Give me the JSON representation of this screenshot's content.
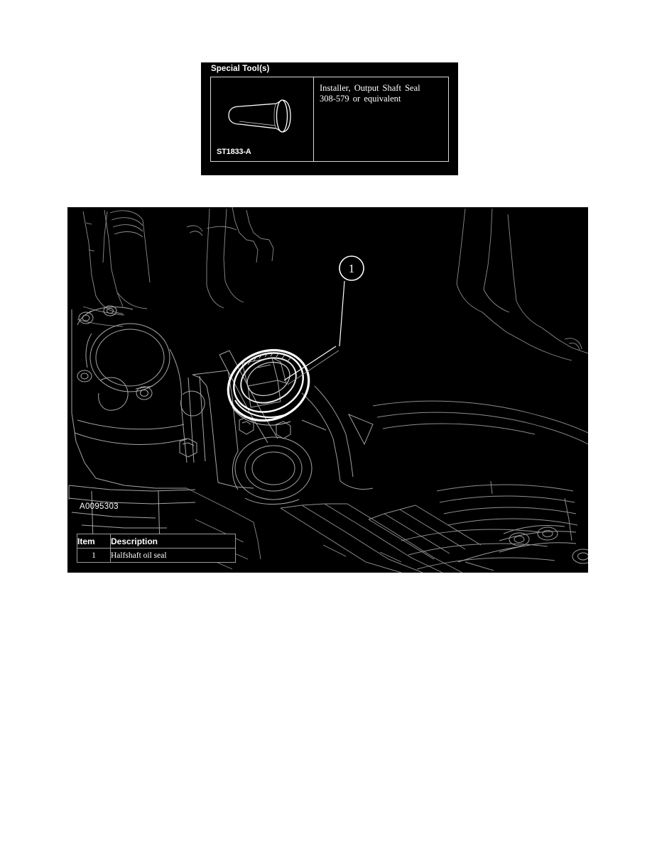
{
  "special_tools": {
    "title": "Special Tool(s)",
    "rows": [
      {
        "part_number": "ST1833-A",
        "description_line1": "Installer, Output Shaft Seal",
        "description_line2": "308-579 or equivalent",
        "tool_icon": "seal-installer-tool"
      }
    ]
  },
  "illustration": {
    "figure_code": "A0095303",
    "callouts": [
      {
        "number": "1",
        "target": "halfshaft-oil-seal"
      }
    ]
  },
  "item_table": {
    "headers": [
      "Item",
      "Description"
    ],
    "rows": [
      {
        "item": "1",
        "description": "Halfshaft oil seal"
      }
    ]
  },
  "colors": {
    "panel_background": "#000000",
    "line_art": "#ffffff",
    "page_background": "#ffffff",
    "table_border": "#9a9a9a"
  }
}
